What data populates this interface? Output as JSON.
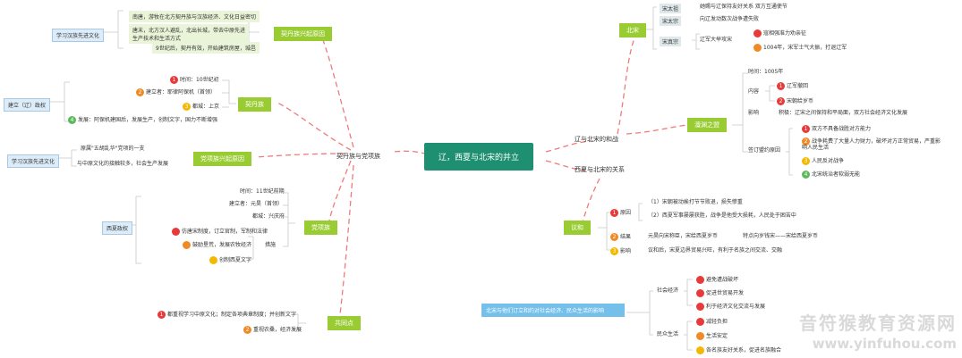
{
  "center": "辽，西夏与北宋的并立",
  "right_top": {
    "label": "辽与北宋的和战",
    "beisong": {
      "label": "北宋",
      "items": [
        {
          "tag": "宋太祖",
          "text": "她赐与辽保持友好关系 双方互通使节"
        },
        {
          "tag": "宋太宗",
          "text": "向辽发动数次战争遭失败"
        },
        {
          "tag": "宋真宗",
          "text": "辽军大举攻宋"
        }
      ],
      "zhenzong": [
        "寇相强准力劝亲征",
        "1004年，宋军士气大振，打退辽军"
      ]
    },
    "chanyuan": {
      "label": "澶渊之盟",
      "time": "时间：1005年",
      "content_label": "内容",
      "content": [
        "辽军撤回",
        "宋朝给岁币"
      ],
      "effect_label": "影响",
      "effect": "积极：辽宋之间保持和平局面，双方社会经济文化发展",
      "reason_label": "签订盟约原因",
      "reasons": [
        "双方不具备战胜对方能力",
        "战争耗费了大量人力财力，破坏对方正常贸易，严重影响人民生活",
        "人民反对战争",
        "北宋统治者软弱无能"
      ]
    }
  },
  "right_bottom": {
    "label": "西夏与北宋的关系",
    "yihe": {
      "label": "议和",
      "reason_label": "原因",
      "reasons": [
        "（1）宋朝被动挨打节节败退，损失惨重",
        "（2）西夏军事屡屡获胜，战争是他受大损耗，人民处于困苦中"
      ],
      "result_label": "结果",
      "result": "元昊向宋称臣，宋给西夏岁币 特点向岁钱宋，宋给西夏岁币",
      "result_a": "元昊向宋称臣，宋给西夏岁币",
      "result_b": "特点向岁钱宋——宋给西夏岁币",
      "impact_label": "影响",
      "impact": "议和后，宋夏边界贸易兴旺，有利于名族之间交流、交融"
    }
  },
  "summary_box": "北宋与他们订立和约对社会经济、民众生活的影响",
  "summary": {
    "econ_label": "社会经济",
    "econ": [
      "避免遭战破坏",
      "促进世贸易开发",
      "利于经济文化交流与发展"
    ],
    "life_label": "民众生活",
    "life": [
      "减轻负担",
      "生活安定",
      "各名族友好关系，促进名族融合"
    ]
  },
  "left_main": "契丹族与党项族",
  "qidan_rise": {
    "label": "契丹族兴起原因",
    "items": [
      "南唐，游牧在北方契丹族与汉族经济、文化日益密切",
      "唐末，北方汉人避乱，北出长城，带去中原先进生产技术和生活方式",
      "9世纪后，契丹有效，开始建筑房屋，城邑"
    ],
    "side": "学习汉族先进文化"
  },
  "qidan": {
    "label": "契丹族",
    "time": "时间：10世纪初",
    "founder": "建立者：耶律阿保机（首领）",
    "capital": "都城：上京",
    "dev": "发展：阿保机建国后，发展生产，创制文字，国力不断增强",
    "side": "建立（辽）政权"
  },
  "dangxiang_rise": {
    "label": "党项族兴起原因",
    "items": [
      "原属\"五胡乱华\"党项的一支",
      "与中原文化的接触较多，社会生产发展"
    ],
    "side": "学习汉族先进文化"
  },
  "dangxiang": {
    "label": "党项族",
    "time": "时间：11世纪前期",
    "founder": "建立者：元昊（首领）",
    "capital": "都城：兴庆府",
    "measures_label": "措施",
    "measures": [
      "仿唐宋制度，订立官制，军制和法律",
      "鼓励垦荒，发展农牧经济",
      "创制西夏文字"
    ],
    "side": "西夏政权"
  },
  "common": {
    "label": "共同点",
    "items": [
      "都重视学习中原文化；制定各项典章制度；并创新文字",
      "重视农桑，经济发展"
    ]
  },
  "watermark1": "音符猴教育资源网",
  "watermark2": "www.yinfuhou.com"
}
